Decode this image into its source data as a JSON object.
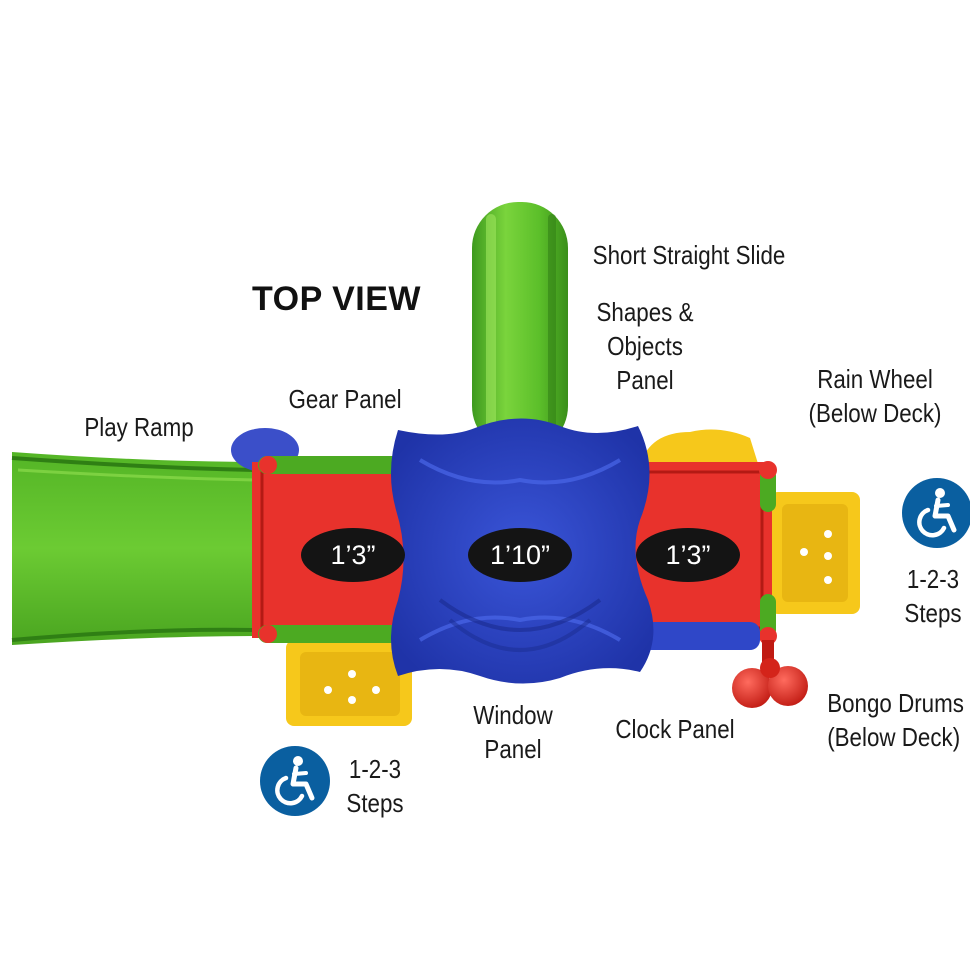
{
  "title": "TOP VIEW",
  "labels": {
    "short_straight_slide": "Short Straight Slide",
    "shapes_objects_panel": [
      "Shapes &",
      "Objects",
      "Panel"
    ],
    "rain_wheel": [
      "Rain Wheel",
      "(Below Deck)"
    ],
    "gear_panel": "Gear Panel",
    "play_ramp": "Play Ramp",
    "window_panel": [
      "Window",
      "Panel"
    ],
    "clock_panel": "Clock Panel",
    "bongo_drums": [
      "Bongo Drums",
      "(Below Deck)"
    ],
    "steps_left": [
      "1-2-3",
      "Steps"
    ],
    "steps_right": [
      "1-2-3",
      "Steps"
    ]
  },
  "dimensions": {
    "left_deck": "1’3”",
    "center_deck": "1’10”",
    "right_deck": "1’3”"
  },
  "icons": {
    "accessibility": "wheelchair-accessibility-icon"
  },
  "colors": {
    "ramp_green": "#5cbf2a",
    "deck_red": "#e8322c",
    "center_blue": "#2f47c8",
    "step_yellow": "#f6c81b",
    "accessibility_blue": "#0a5fa0"
  }
}
